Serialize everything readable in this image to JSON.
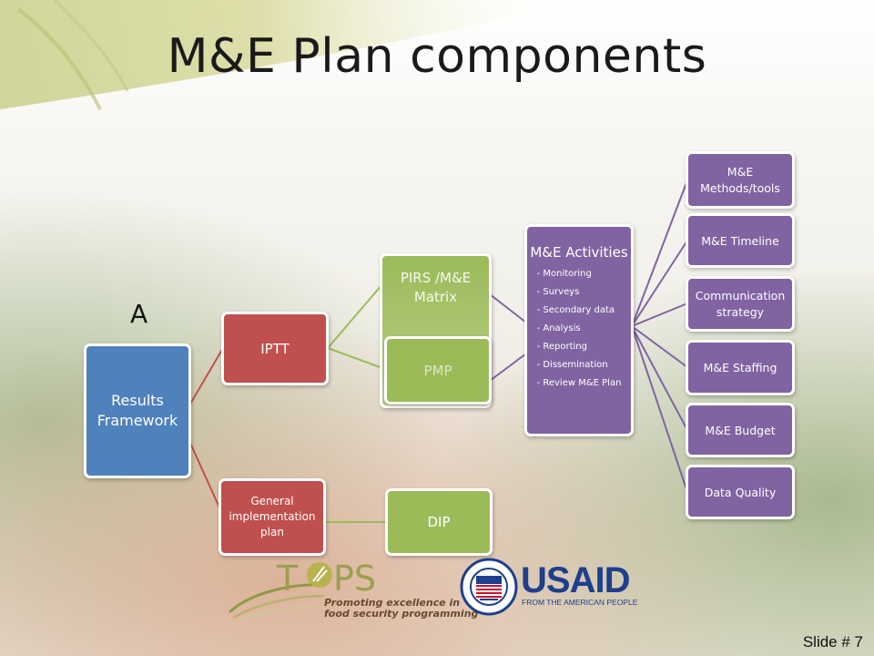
{
  "slide": {
    "title": "M&E Plan components",
    "marker": "A",
    "slide_number": "Slide # 7"
  },
  "colors": {
    "blue": "#4f81bd",
    "red": "#c0504d",
    "green": "#9bbb59",
    "purple": "#8064a2",
    "usaid_blue": "#1d3f8c",
    "usaid_red": "#c8102e"
  },
  "diagram": {
    "results_framework": "Results Framework",
    "iptt": "IPTT",
    "general_plan": "General implementation plan",
    "pirs": "PIRS /M&E Matrix",
    "pmp": "PMP",
    "dip": "DIP",
    "activities": {
      "title": "M&E Activities",
      "items": [
        "- Monitoring",
        "- Surveys",
        "- Secondary data",
        "- Analysis",
        "- Reporting",
        "- Dissemination",
        "- Review  M&E Plan"
      ]
    },
    "components": [
      "M&E Methods/tools",
      "M&E Timeline",
      "Communication strategy",
      "M&E Staffing",
      "M&E Budget",
      "Data Quality"
    ]
  },
  "logos": {
    "tops": {
      "name": "TOPS",
      "tagline_1": "Promoting excellence in",
      "tagline_2": "food security programming"
    },
    "usaid": {
      "name": "USAID",
      "subtitle": "FROM THE AMERICAN PEOPLE"
    }
  }
}
